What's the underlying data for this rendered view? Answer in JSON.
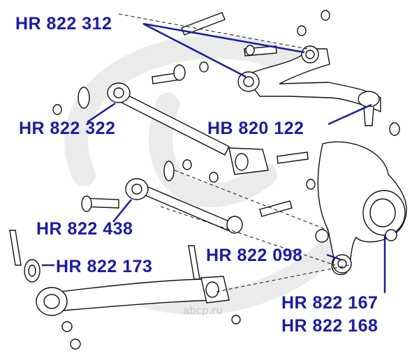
{
  "labels": [
    "HR 822 312",
    "HR 822 322",
    "HB 820 122",
    "HR 822 438",
    "HR 822 173",
    "HR 822 098",
    "HR 822 167",
    "HR 822 168"
  ],
  "watermark": {
    "site": "abcp.ru"
  },
  "colors": {
    "label": "#1a1aa8",
    "line": "#111111",
    "watermark_logo": "#e6e6e6"
  }
}
